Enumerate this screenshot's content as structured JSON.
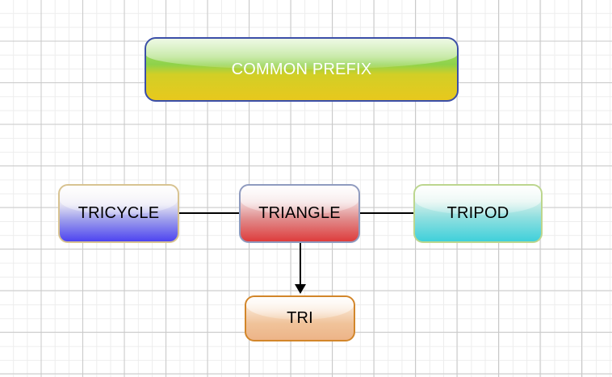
{
  "diagram": {
    "type": "node-link-diagram",
    "background": "grid-paper",
    "nodes": [
      {
        "id": "common-prefix",
        "label": "COMMON PREFIX",
        "text_color": "#ffffff",
        "fill_top": "#a8e07a",
        "fill_bottom": "#e8c81d",
        "border_color": "#3b4ea8"
      },
      {
        "id": "tricycle",
        "label": "TRICYCLE",
        "text_color": "#000000",
        "fill_top": "#f6f3f0",
        "fill_bottom": "#4d44f0",
        "border_color": "#d8c391"
      },
      {
        "id": "triangle",
        "label": "TRIANGLE",
        "text_color": "#000000",
        "fill_top": "#f6eced",
        "fill_bottom": "#de3c3c",
        "border_color": "#8f9bbf"
      },
      {
        "id": "tripod",
        "label": "TRIPOD",
        "text_color": "#000000",
        "fill_top": "#eef7f2",
        "fill_bottom": "#3fd0da",
        "border_color": "#bcd68e"
      },
      {
        "id": "tri",
        "label": "TRI",
        "text_color": "#000000",
        "fill_top": "#fdf1e4",
        "fill_bottom": "#edb488",
        "border_color": "#d2862a"
      }
    ],
    "edges": [
      {
        "id": "tricycle-triangle",
        "from": "tricycle",
        "to": "triangle",
        "style": "plain-line",
        "arrow": "none",
        "color": "#000000"
      },
      {
        "id": "triangle-tripod",
        "from": "triangle",
        "to": "tripod",
        "style": "plain-line",
        "arrow": "none",
        "color": "#000000"
      },
      {
        "id": "triangle-tri",
        "from": "triangle",
        "to": "tri",
        "style": "plain-line",
        "arrow": "filled-triangle-end",
        "color": "#000000"
      }
    ]
  }
}
